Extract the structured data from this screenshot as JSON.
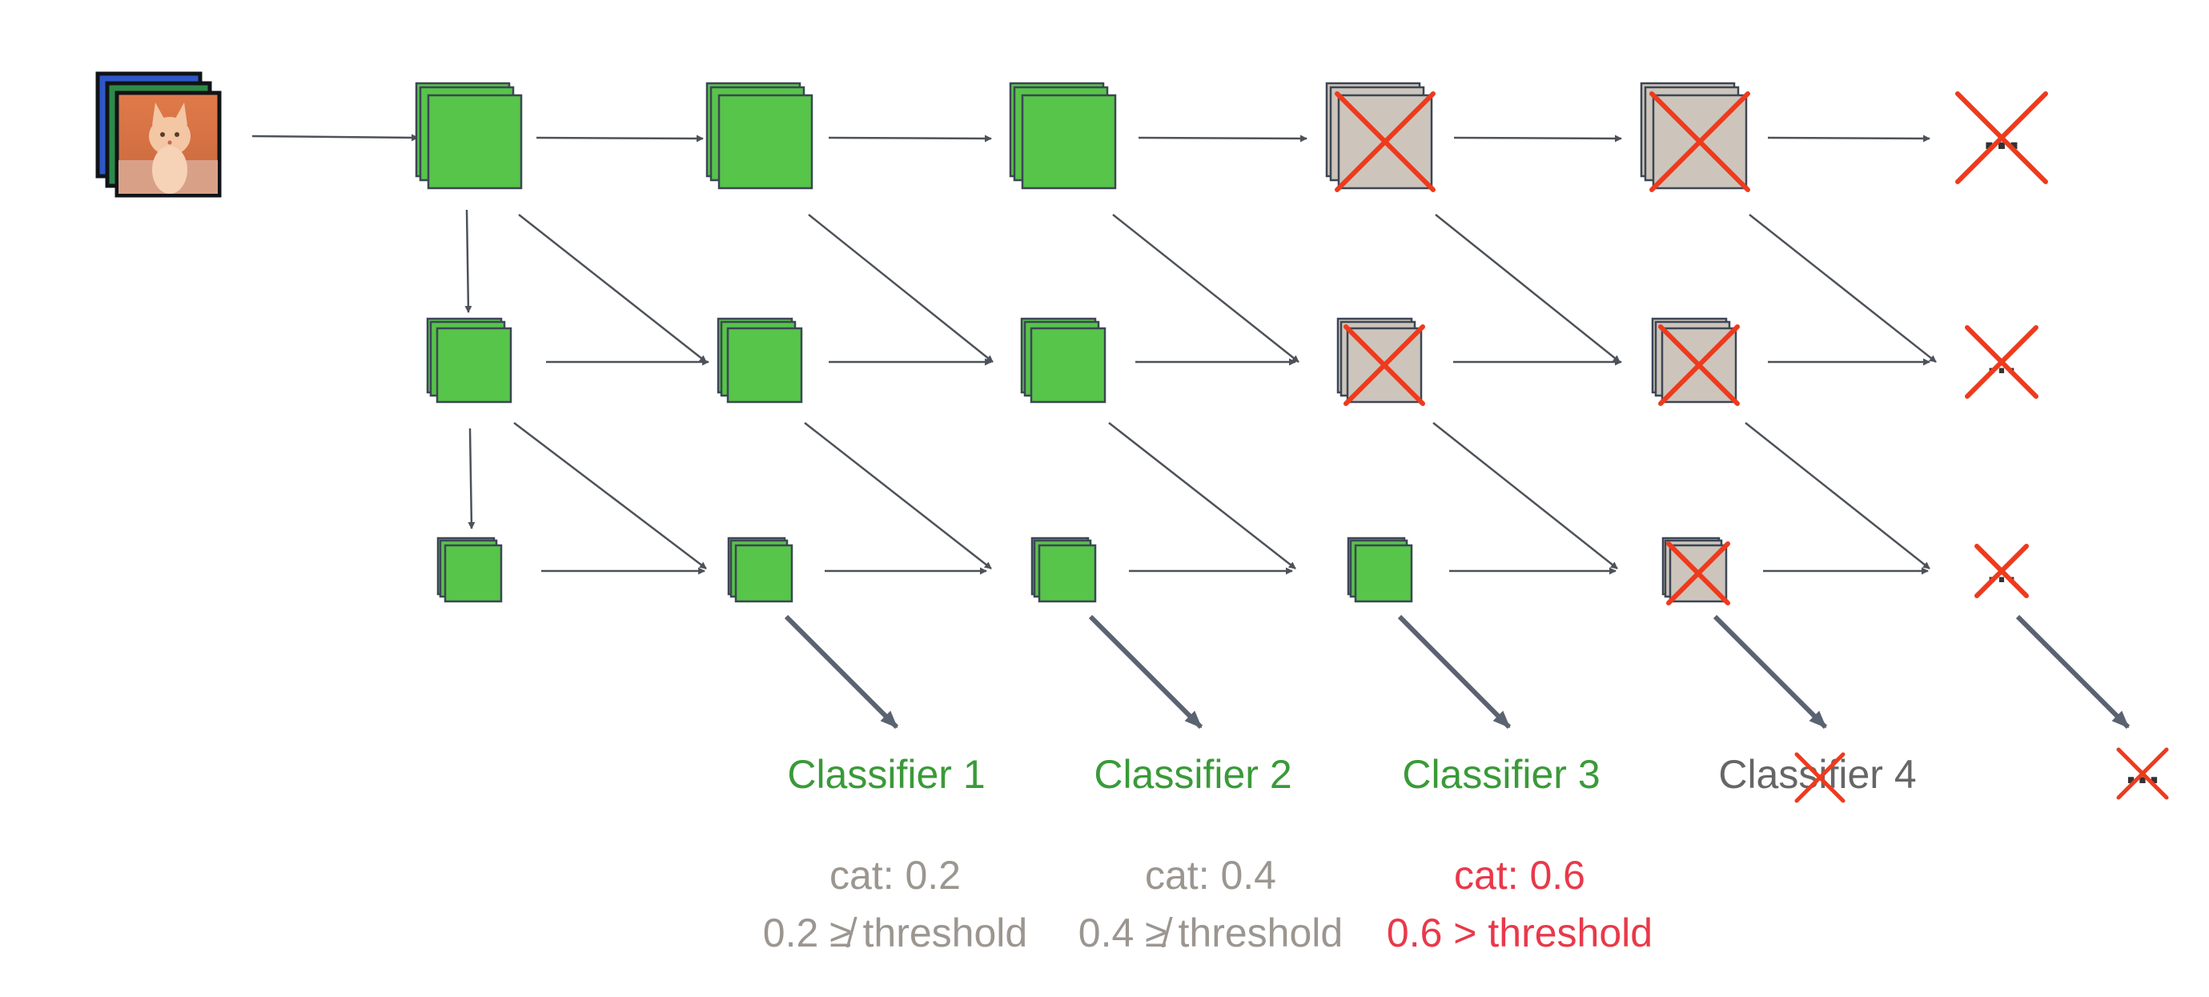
{
  "diagram": {
    "colors": {
      "active": "#57c44a",
      "inactive": "#cdc5bb",
      "border": "#3c4655",
      "cross": "#ee3a1d",
      "arrow": "#4d525a",
      "thick_arrow": "#5b6271",
      "green_text": "#3a9a38",
      "gray_text": "#9c9690",
      "red_text": "#e8394a",
      "dark_text": "#666666"
    },
    "input_image": "kitten-photo-icon",
    "classifiers": [
      {
        "label": "Classifier 1",
        "status": "evaluated"
      },
      {
        "label": "Classifier 2",
        "status": "evaluated"
      },
      {
        "label": "Classifier 3",
        "status": "evaluated"
      },
      {
        "label": "Classifier 4",
        "status": "skipped"
      }
    ],
    "scores": [
      {
        "prediction": "cat: 0.2",
        "comparison": "0.2 ≱ threshold",
        "passes": false
      },
      {
        "prediction": "cat: 0.4",
        "comparison": "0.4 ≱ threshold",
        "passes": false
      },
      {
        "prediction": "cat: 0.6",
        "comparison": "0.6 > threshold",
        "passes": true
      }
    ],
    "overflow_ellipsis": "..."
  }
}
